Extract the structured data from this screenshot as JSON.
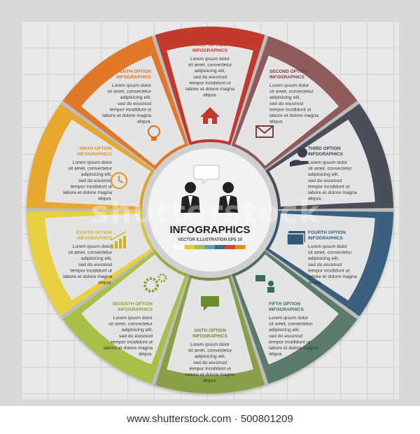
{
  "center": {
    "title": "INFOGRAPHICS",
    "subtitle": "VECTOR ILLUSTRATION EPS 10",
    "palette": [
      "#ffffff",
      "#e8c63a",
      "#9cc04a",
      "#6a9bb0",
      "#3a6a8a",
      "#cc4a3a",
      "#e58a2a"
    ]
  },
  "body_text": [
    "Lorem ipsum dolor",
    "sit amet, consectetur",
    "adipisicing elit,",
    "sed do eiusmod",
    "tempor incididunt ut",
    "labore et dolore magna",
    "aliqua."
  ],
  "options": [
    {
      "title": "FIRST OPTION",
      "sub": "INFOGRAPHICS",
      "color": "#c0392b",
      "title_color": "#c0392b",
      "icon": "home-icon"
    },
    {
      "title": "SECOND OPTION",
      "sub": "INFOGRAPHICS",
      "color": "#8e5a5a",
      "title_color": "#7a3d3d",
      "icon": "envelope-icon"
    },
    {
      "title": "THIRD OPTION",
      "sub": "INFOGRAPHICS",
      "color": "#4a4e58",
      "title_color": "#3a3e48",
      "icon": "money-hand-icon"
    },
    {
      "title": "FOURTH OPTION",
      "sub": "INFOGRAPHICS",
      "color": "#3a5f7e",
      "title_color": "#2f5a7a",
      "icon": "banknotes-icon"
    },
    {
      "title": "FIFTH OPTION",
      "sub": "INFOGRAPHICS",
      "color": "#5a7a6a",
      "title_color": "#3a6a5a",
      "icon": "chat-people-icon"
    },
    {
      "title": "SIXTH OPTION",
      "sub": "INFOGRAPHICS",
      "color": "#8aa048",
      "title_color": "#6a8a30",
      "icon": "speech-bubble-icon"
    },
    {
      "title": "SEVENTH OPTION",
      "sub": "INFOGRAPHICS",
      "color": "#a8c048",
      "title_color": "#8aa030",
      "icon": "gears-icon"
    },
    {
      "title": "EIGHTH OPTION",
      "sub": "INFOGRAPHICS",
      "color": "#e8d040",
      "title_color": "#d0b020",
      "icon": "growth-chart-icon"
    },
    {
      "title": "NINTH OPTION",
      "sub": "INFOGRAPHICS",
      "color": "#e8a830",
      "title_color": "#e09020",
      "icon": "clock-icon"
    },
    {
      "title": "TENTH OPTION",
      "sub": "INFOGRAPHICS",
      "color": "#e07828",
      "title_color": "#e07020",
      "icon": "lightbulb-icon"
    }
  ],
  "watermark": "shutterstock",
  "footer": "www.shutterstock.com · 500801209"
}
